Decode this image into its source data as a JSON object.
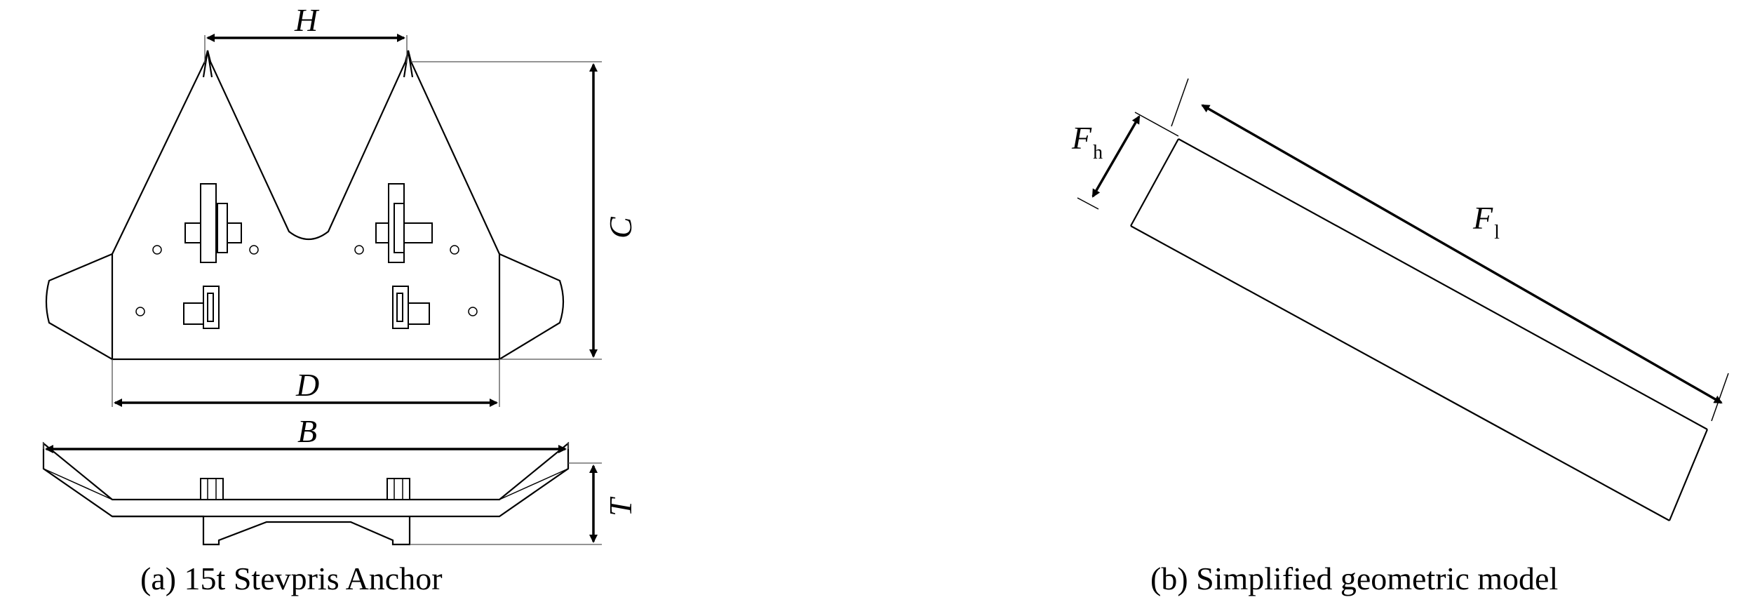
{
  "panel_a": {
    "caption": "(a) 15t Stevpris Anchor",
    "dims": {
      "H": "H",
      "C": "C",
      "D": "D",
      "B": "B",
      "T": "T"
    }
  },
  "panel_b": {
    "caption": "(b) Simplified geometric model",
    "dims": {
      "Fh_main": "F",
      "Fh_sub": "h",
      "Fl_main": "F",
      "Fl_sub": "l"
    }
  }
}
